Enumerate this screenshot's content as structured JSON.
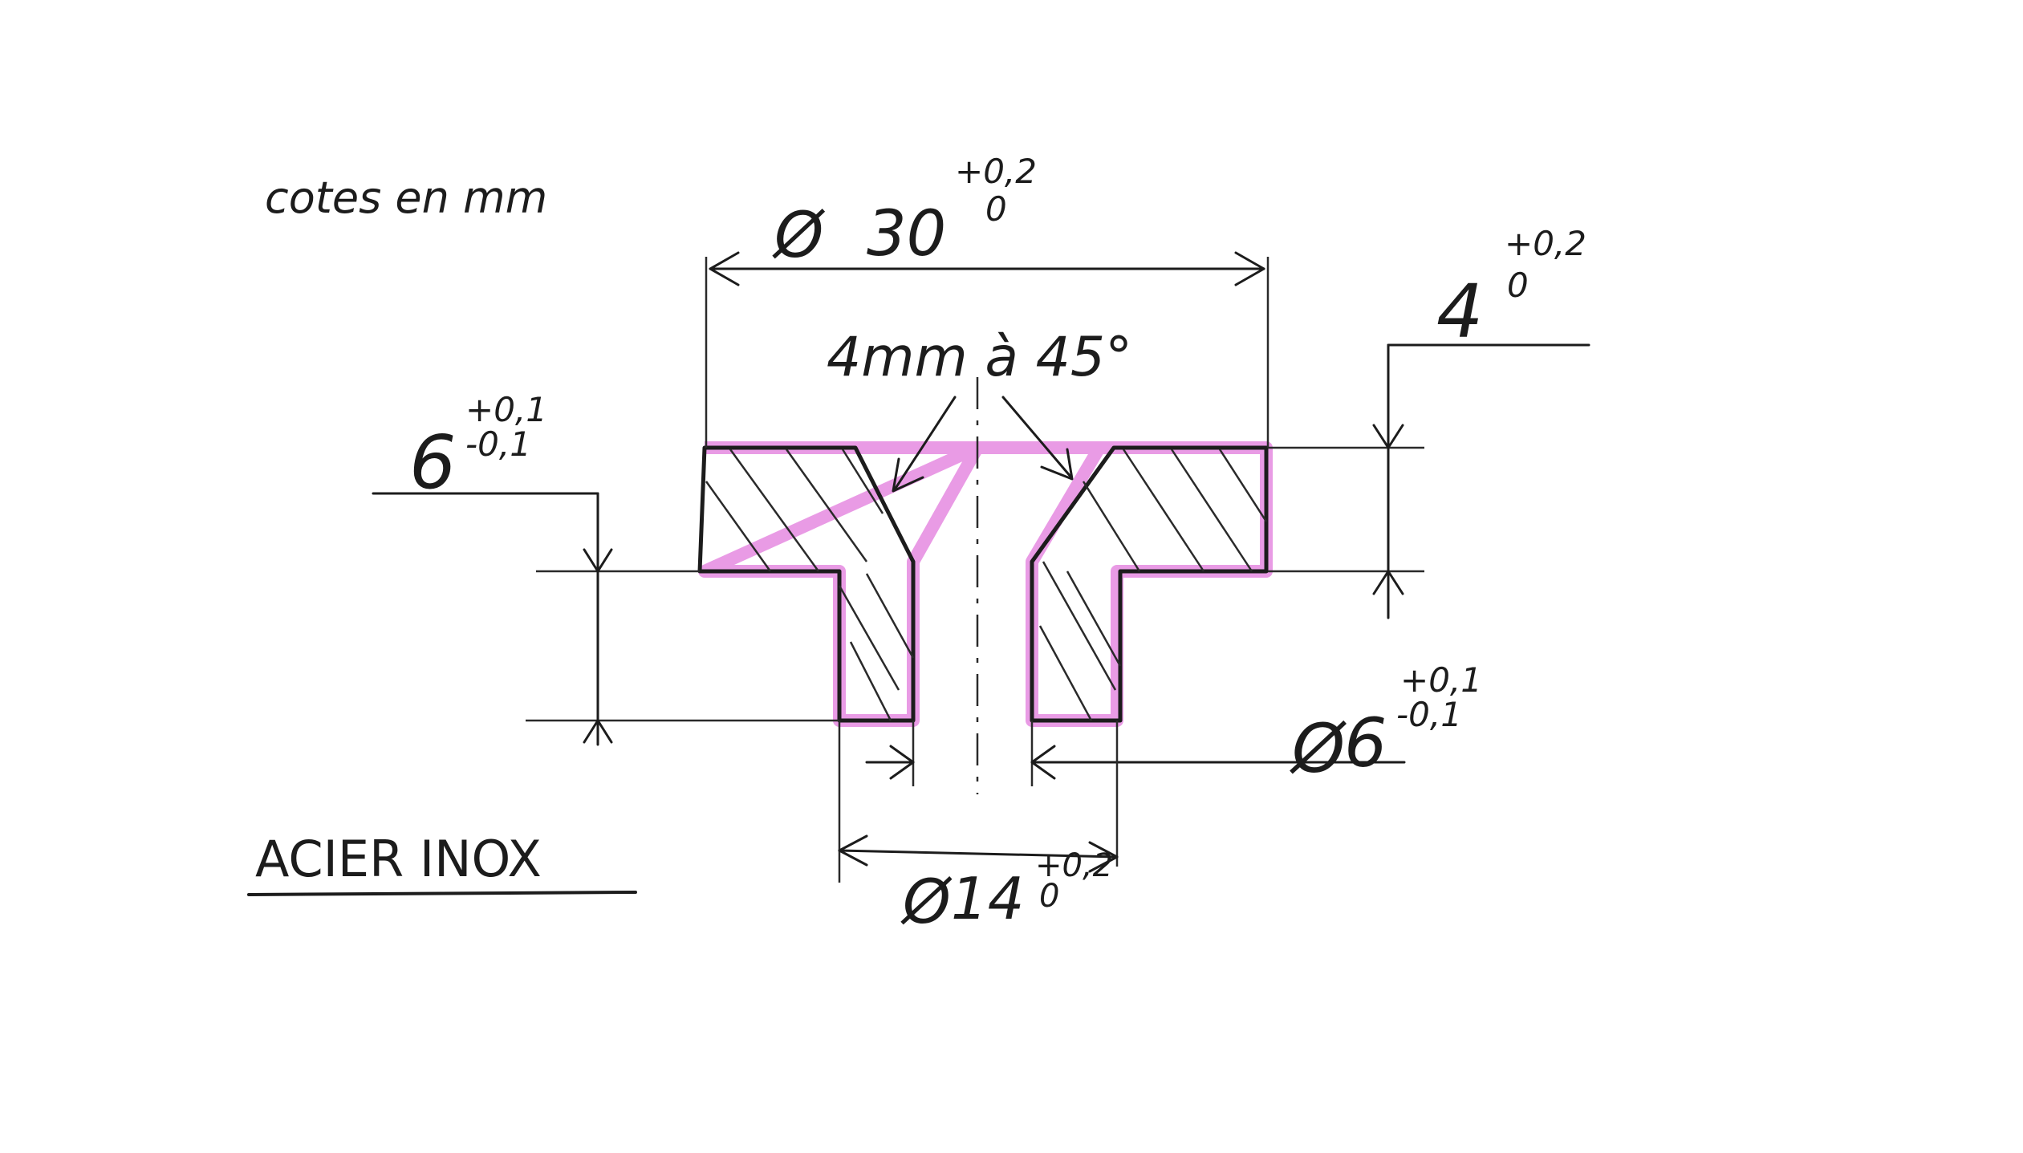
{
  "note_units": "cotes en mm",
  "material": "ACIER INOX",
  "chamfer_note": "4mm à 45°",
  "dimensions": {
    "outer_diameter": {
      "symbol": "Ø",
      "value": "30",
      "tol_upper": "+0,2",
      "tol_lower": "0"
    },
    "flange_thickness": {
      "value": "4",
      "tol_upper": "+0,2",
      "tol_lower": "0"
    },
    "total_height": {
      "value": "6",
      "tol_upper": "+0,1",
      "tol_lower": "-0,1"
    },
    "bore_diameter": {
      "symbol": "Ø",
      "value": "6",
      "tol_upper": "+0,1",
      "tol_lower": "-0,1"
    },
    "hub_diameter": {
      "symbol": "Ø",
      "value": "14",
      "tol_upper": "+0,2",
      "tol_lower": "0"
    }
  },
  "colors": {
    "ink": "#1c1c1c",
    "section_highlight": "#e58ae0"
  }
}
